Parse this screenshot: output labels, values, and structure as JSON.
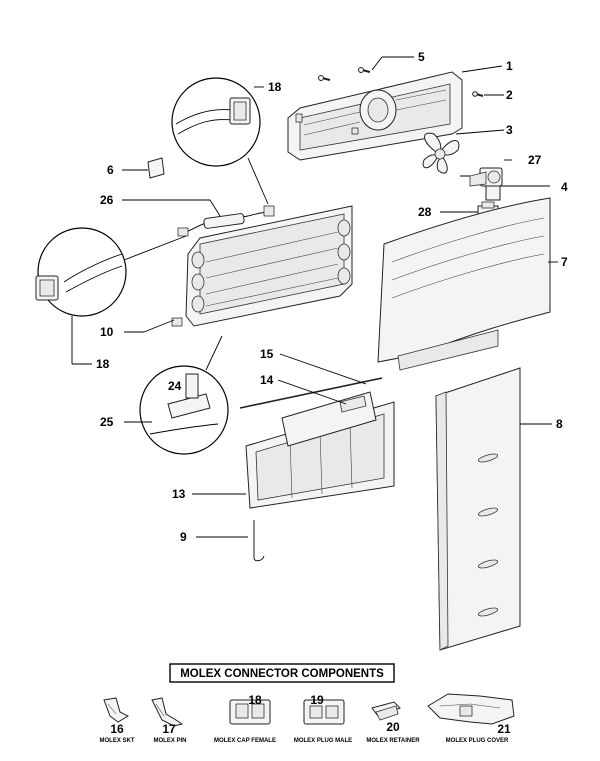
{
  "callouts": {
    "c1": "1",
    "c2": "2",
    "c3": "3",
    "c4": "4",
    "c5": "5",
    "c6": "6",
    "c7": "7",
    "c8": "8",
    "c9": "9",
    "c10": "10",
    "c13": "13",
    "c14": "14",
    "c15": "15",
    "c18a": "18",
    "c18b": "18",
    "c24": "24",
    "c25": "25",
    "c26": "26",
    "c27": "27",
    "c28": "28"
  },
  "molex_box": {
    "title": "MOLEX CONNECTOR COMPONENTS",
    "items": [
      {
        "num": "16",
        "label": "MOLEX SKT"
      },
      {
        "num": "17",
        "label": "MOLEX PIN"
      },
      {
        "num": "18",
        "label": "MOLEX CAP FEMALE"
      },
      {
        "num": "19",
        "label": "MOLEX PLUG MALE"
      },
      {
        "num": "20",
        "label": "MOLEX RETAINER"
      },
      {
        "num": "21",
        "label": "MOLEX PLUG COVER"
      }
    ]
  }
}
